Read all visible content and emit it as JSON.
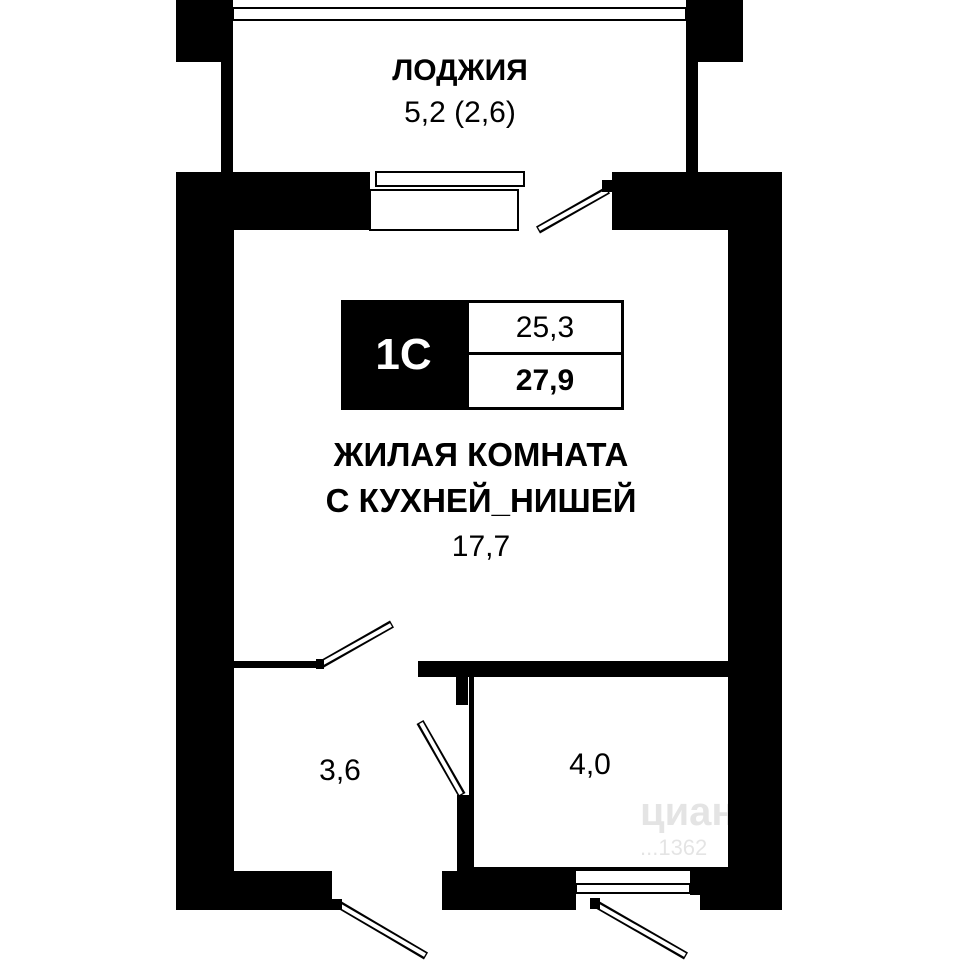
{
  "plan": {
    "wall_color": "#000000",
    "background": "#ffffff"
  },
  "loggia": {
    "name": "ЛОДЖИЯ",
    "area": "5,2 (2,6)"
  },
  "badge": {
    "code": "1С",
    "living_area": "25,3",
    "total_area": "27,9"
  },
  "living_room": {
    "name_line1": "ЖИЛАЯ КОМНАТА",
    "name_line2": "С КУХНЕЙ_НИШЕЙ",
    "area": "17,7"
  },
  "bathroom": {
    "area": "3,6"
  },
  "hallway": {
    "area": "4,0"
  },
  "watermark": {
    "logo_icon": "cian-logo-icon",
    "text": "циан",
    "id_text": "...1362"
  }
}
